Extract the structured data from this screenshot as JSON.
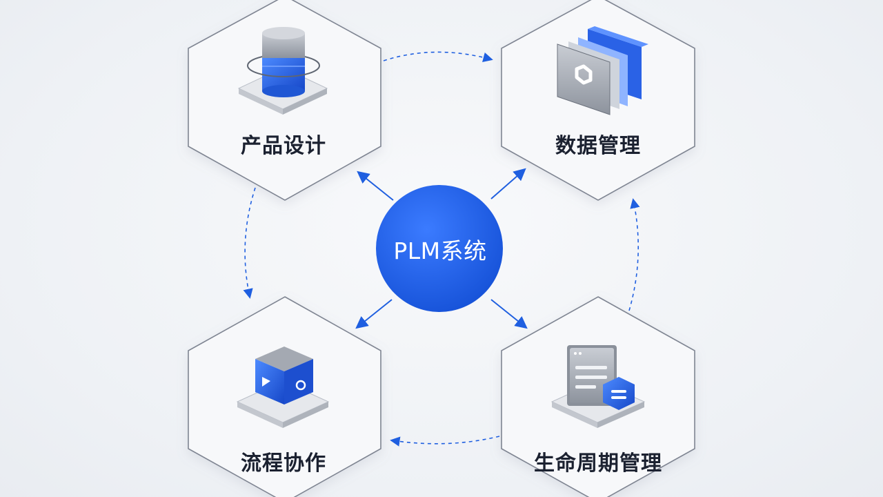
{
  "center": {
    "label": "PLM系统"
  },
  "nodes": [
    {
      "label": "产品设计",
      "icon": "server-stack-icon"
    },
    {
      "label": "数据管理",
      "icon": "data-cards-icon"
    },
    {
      "label": "流程协作",
      "icon": "workflow-cube-icon"
    },
    {
      "label": "生命周期管理",
      "icon": "document-shield-icon"
    }
  ],
  "colors": {
    "accent": "#1f5fe0",
    "hex_border": "#7f8592",
    "hex_fill": "#f7f8fa",
    "text": "#1b2130",
    "background": "#f1f3f7"
  }
}
